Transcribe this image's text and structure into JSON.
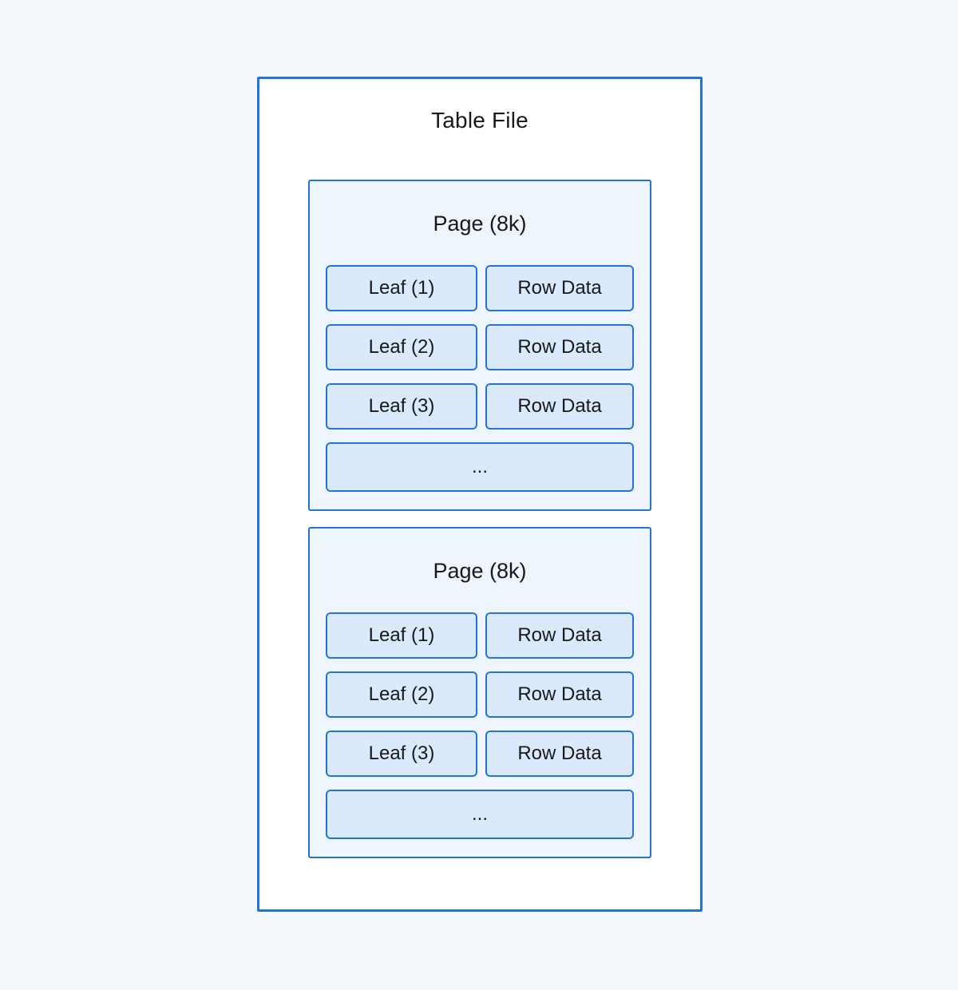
{
  "diagram": {
    "title": "Table File",
    "pages": [
      {
        "title": "Page (8k)",
        "rows": [
          {
            "leaf": "Leaf (1)",
            "data": "Row Data"
          },
          {
            "leaf": "Leaf (2)",
            "data": "Row Data"
          },
          {
            "leaf": "Leaf (3)",
            "data": "Row Data"
          }
        ],
        "ellipsis": "..."
      },
      {
        "title": "Page (8k)",
        "rows": [
          {
            "leaf": "Leaf (1)",
            "data": "Row Data"
          },
          {
            "leaf": "Leaf (2)",
            "data": "Row Data"
          },
          {
            "leaf": "Leaf (3)",
            "data": "Row Data"
          }
        ],
        "ellipsis": "..."
      }
    ]
  },
  "colors": {
    "accent": "#2274d9",
    "cell-fill": "#dbe9fc",
    "page-fill": "#eef5fd",
    "box-fill": "#ffffff",
    "canvas-bg": "#f5f8fc",
    "text": "#17191c"
  }
}
